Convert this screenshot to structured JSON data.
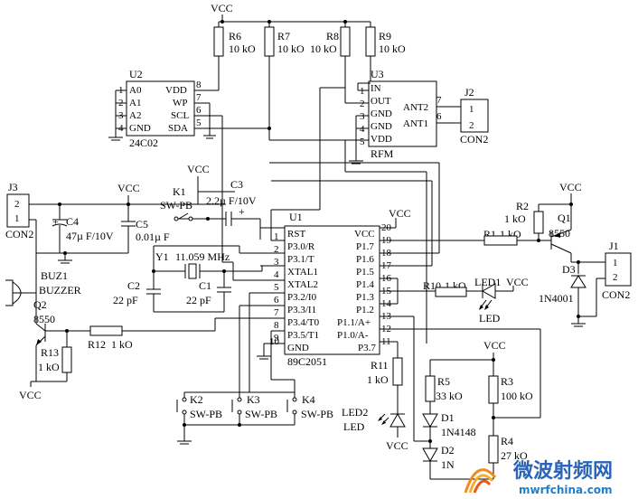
{
  "supply": {
    "vcc": "VCC"
  },
  "u1": {
    "ref": "U1",
    "part": "89C2051",
    "left_pins": [
      {
        "num": "1",
        "label": "RST"
      },
      {
        "num": "2",
        "label": "P3.0/R"
      },
      {
        "num": "3",
        "label": "P3.1/T"
      },
      {
        "num": "4",
        "label": "XTAL1"
      },
      {
        "num": "5",
        "label": "XTAL2"
      },
      {
        "num": "6",
        "label": "P3.2/I0"
      },
      {
        "num": "7",
        "label": "P3.3/I1"
      },
      {
        "num": "8",
        "label": "P3.4/T0"
      },
      {
        "num": "9",
        "label": "P3.5/T1"
      },
      {
        "num": "10",
        "label": "GND"
      }
    ],
    "right_pins": [
      {
        "num": "20",
        "label": "VCC"
      },
      {
        "num": "19",
        "label": "P1.7"
      },
      {
        "num": "18",
        "label": "P1.6"
      },
      {
        "num": "17",
        "label": "P1.5"
      },
      {
        "num": "16",
        "label": "P1.4"
      },
      {
        "num": "15",
        "label": "P1.3"
      },
      {
        "num": "14",
        "label": "P1.2"
      },
      {
        "num": "13",
        "label": "P1.1/A+"
      },
      {
        "num": "12",
        "label": "P1.0/A-"
      },
      {
        "num": "11",
        "label": "P3.7"
      }
    ]
  },
  "u2": {
    "ref": "U2",
    "part": "24C02",
    "left_pins": [
      {
        "num": "1",
        "label": "A0"
      },
      {
        "num": "2",
        "label": "A1"
      },
      {
        "num": "3",
        "label": "A2"
      },
      {
        "num": "4",
        "label": "GND"
      }
    ],
    "right_pins": [
      {
        "num": "8",
        "label": "VDD"
      },
      {
        "num": "7",
        "label": "WP"
      },
      {
        "num": "6",
        "label": "SCL"
      },
      {
        "num": "5",
        "label": "SDA"
      }
    ]
  },
  "u3": {
    "ref": "U3",
    "part": "RFM",
    "left_pins": [
      {
        "num": "1",
        "label": "IN"
      },
      {
        "num": "2",
        "label": "OUT"
      },
      {
        "num": "3",
        "label": "GND"
      },
      {
        "num": "4",
        "label": "GND"
      },
      {
        "num": "5",
        "label": "VDD"
      }
    ],
    "right_pins": [
      {
        "num": "7",
        "label": "ANT2"
      },
      {
        "num": "6",
        "label": "ANT1"
      }
    ]
  },
  "resistors": {
    "r6": {
      "ref": "R6",
      "value": "10 kO"
    },
    "r7": {
      "ref": "R7",
      "value": "10 kO"
    },
    "r8": {
      "ref": "R8",
      "value": "10 kO"
    },
    "r9": {
      "ref": "R9",
      "value": "10 kO"
    },
    "r1": {
      "ref": "R1",
      "value": "1 kO"
    },
    "r2": {
      "ref": "R2",
      "value": "1 kO"
    },
    "r3": {
      "ref": "R3",
      "value": "100 kO"
    },
    "r4": {
      "ref": "R4",
      "value": "27 kO"
    },
    "r5": {
      "ref": "R5",
      "value": "33 kO"
    },
    "r10": {
      "ref": "R10",
      "value": "1 kO"
    },
    "r11": {
      "ref": "R11",
      "value": "1 kO"
    },
    "r12": {
      "ref": "R12",
      "value": "1 kO"
    },
    "r13": {
      "ref": "R13",
      "value": "1 kO"
    }
  },
  "capacitors": {
    "c1": {
      "ref": "C1",
      "value": "22 pF"
    },
    "c2": {
      "ref": "C2",
      "value": "22 pF"
    },
    "c3": {
      "ref": "C3",
      "value": "2.2µ F/10V"
    },
    "c4": {
      "ref": "C4",
      "value": "47µ F/10V"
    },
    "c5": {
      "ref": "C5",
      "value": "0.01µ F"
    }
  },
  "crystal": {
    "ref": "Y1",
    "value": "11.059 MHz"
  },
  "transistors": {
    "q1": {
      "ref": "Q1",
      "part": "8550"
    },
    "q2": {
      "ref": "Q2",
      "part": "8550"
    }
  },
  "diodes": {
    "d1": {
      "ref": "D1",
      "part": "1N4148"
    },
    "d2": {
      "ref": "D2",
      "part": "1N"
    },
    "d3": {
      "ref": "D3",
      "part": "1N4001"
    },
    "led1": {
      "ref": "LED1",
      "label": "LED"
    },
    "led2": {
      "ref": "LED2",
      "label": "LED"
    }
  },
  "switches": {
    "k1": {
      "ref": "K1",
      "part": "SW-PB"
    },
    "k2": {
      "ref": "K2",
      "part": "SW-PB"
    },
    "k3": {
      "ref": "K3",
      "part": "SW-PB"
    },
    "k4": {
      "ref": "K4",
      "part": "SW-PB"
    }
  },
  "connectors": {
    "j1": {
      "ref": "J1",
      "part": "CON2",
      "pins": [
        "1",
        "2"
      ]
    },
    "j2": {
      "ref": "J2",
      "part": "CON2",
      "pins": [
        "1",
        "2"
      ]
    },
    "j3": {
      "ref": "J3",
      "part": "CON2",
      "pins": [
        "2",
        "1"
      ]
    }
  },
  "buzzer": {
    "ref": "BUZ1",
    "part": "BUZZER"
  },
  "watermark": {
    "cn": "微波射频网",
    "url": "mwrfchina.com"
  }
}
